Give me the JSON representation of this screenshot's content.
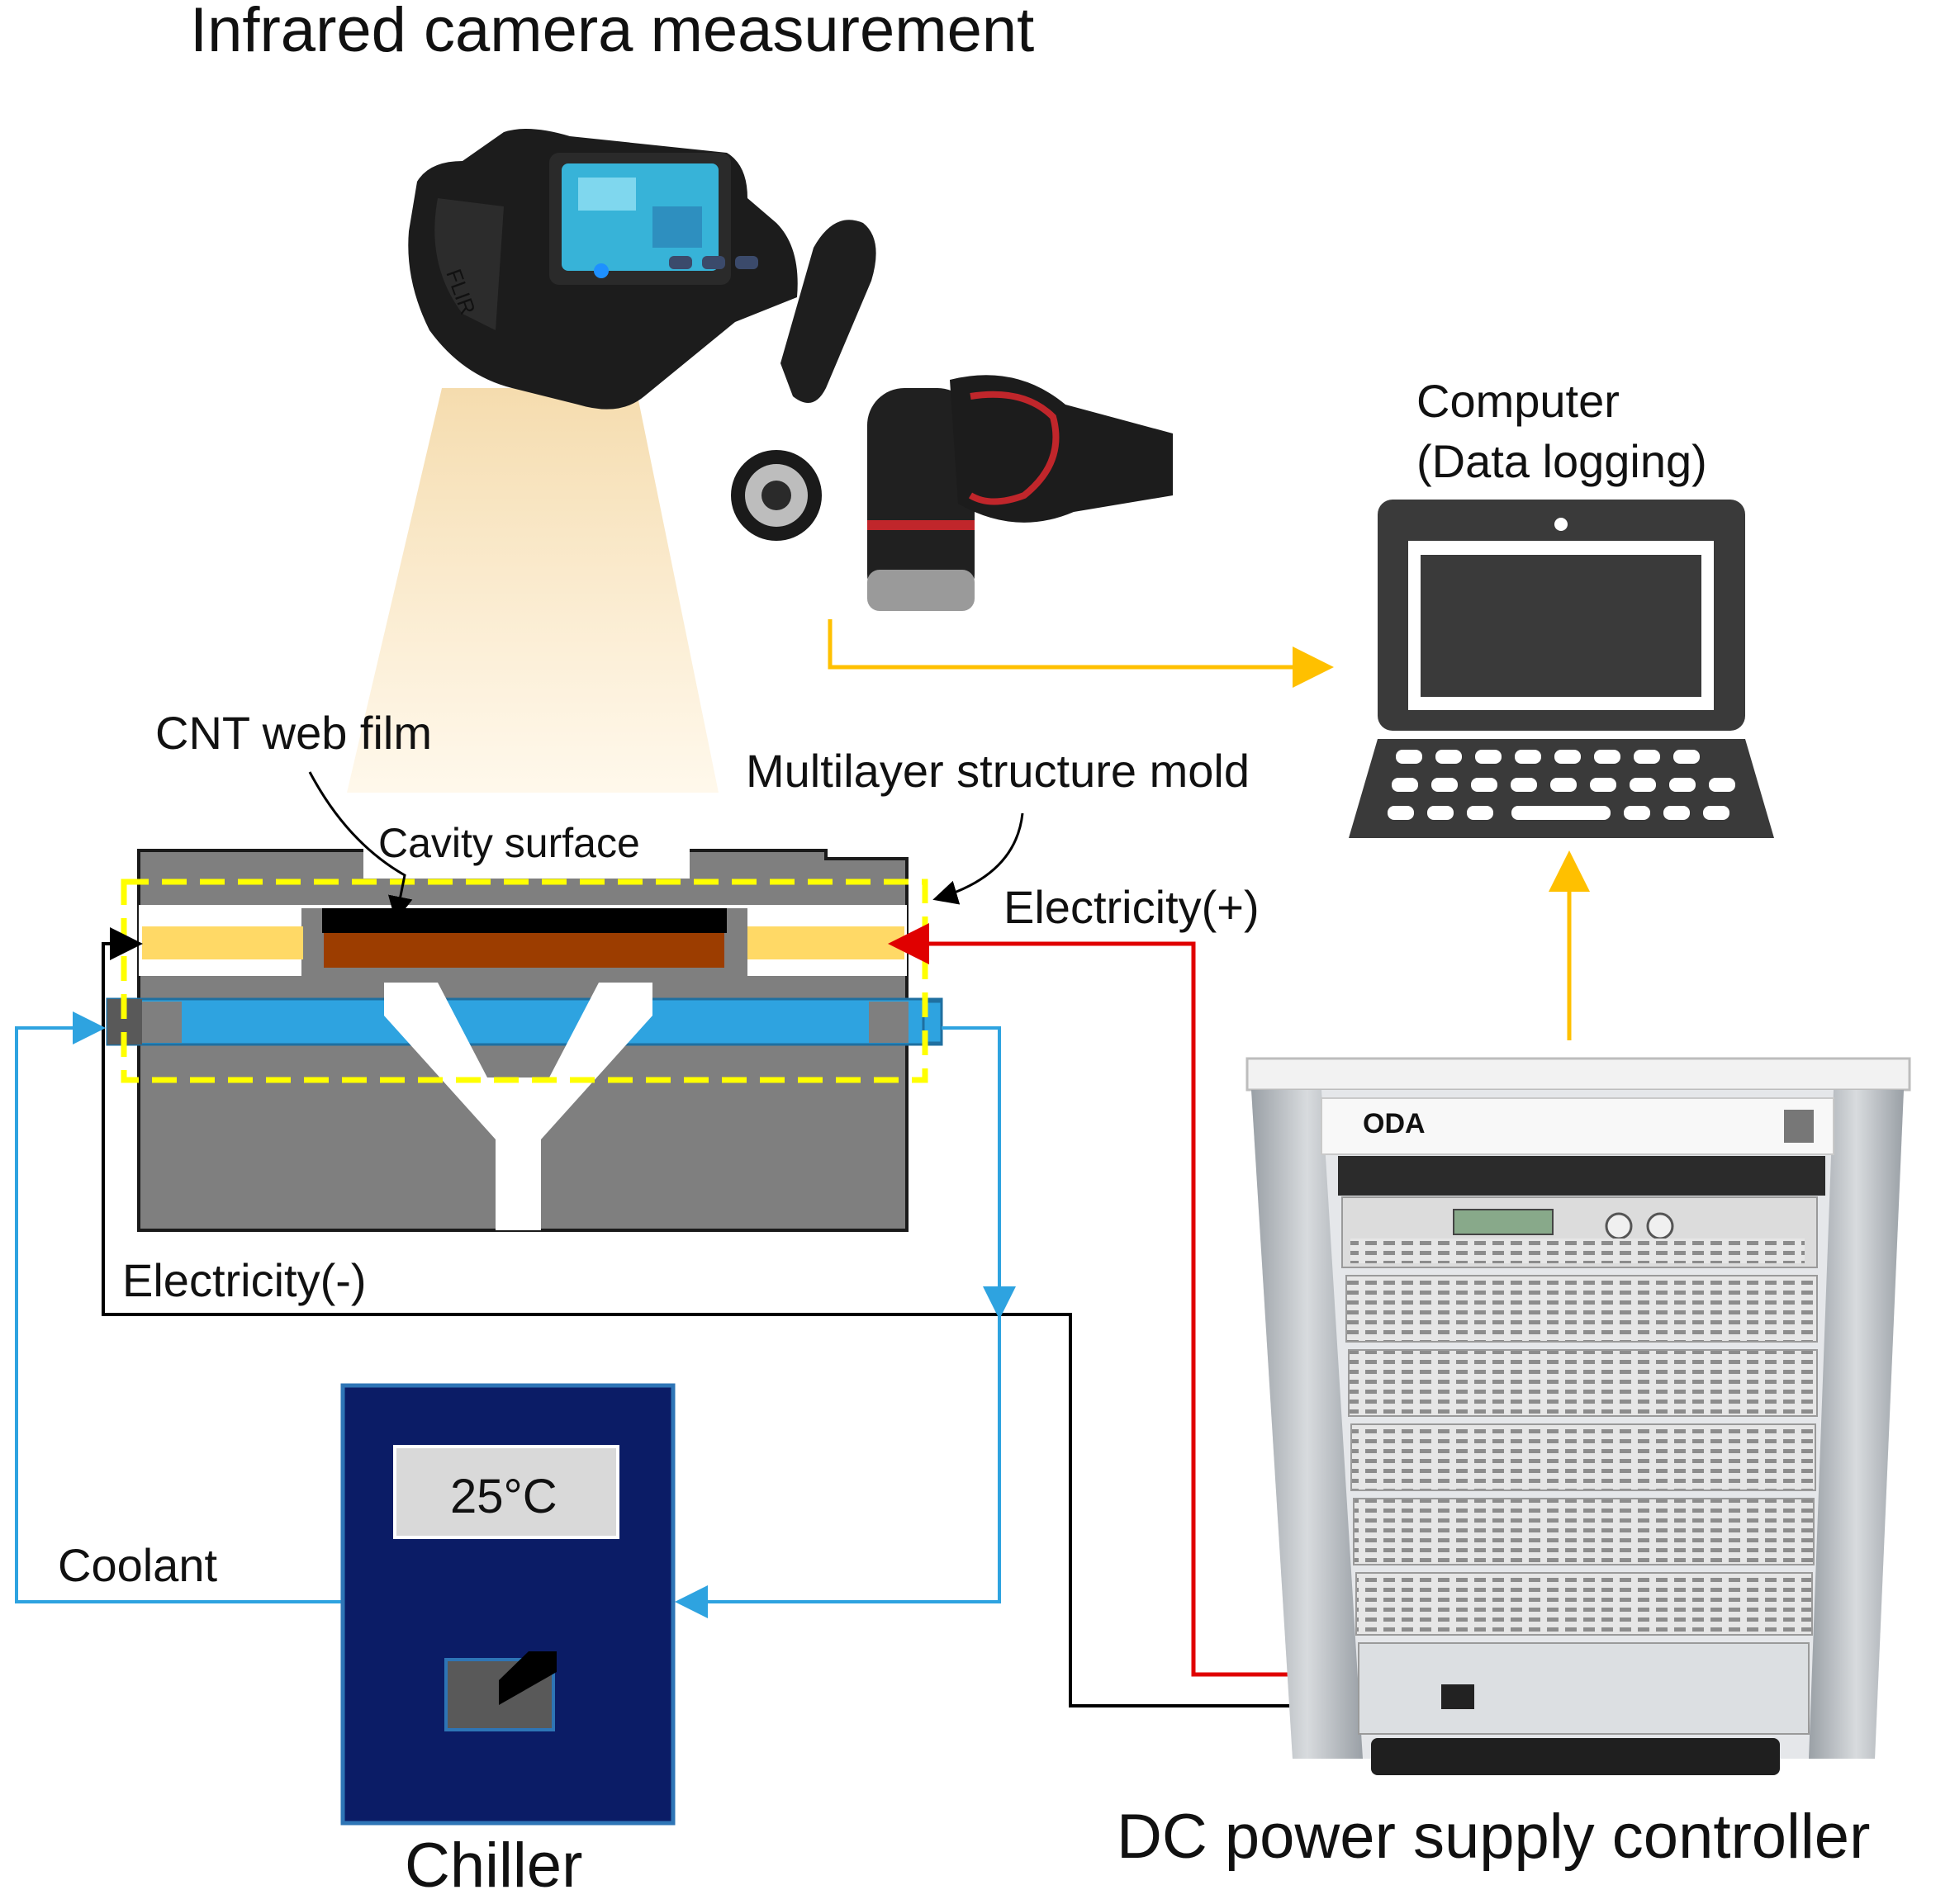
{
  "labels": {
    "camera": "Infrared camera measurement",
    "computer_line1": "Computer",
    "computer_line2": "(Data logging)",
    "cnt_film": "CNT web film",
    "mold": "Multilayer structure mold",
    "cavity": "Cavity surface",
    "elec_pos": "Electricity(+)",
    "elec_neg": "Electricity(-)",
    "coolant": "Coolant",
    "chiller_temp": "25°C",
    "chiller": "Chiller",
    "psu": "DC power supply controller",
    "psu_brand": "ODA"
  },
  "colors": {
    "mold_gray": "#7f7f7f",
    "heater_yellow": "#ffd966",
    "heater_brown": "#9c3d00",
    "coolant_blue": "#2ea3e0",
    "dashed_outline": "#ffff00",
    "signal_arrow": "#ffc000",
    "positive_wire": "#e00000",
    "negative_wire": "#000000",
    "chiller_navy": "#0b1c66",
    "laptop_gray": "#3a3a3a"
  },
  "icons": {
    "camera": "infrared-camera-photo",
    "computer": "laptop-icon",
    "psu": "power-supply-rack-photo",
    "chiller": "chiller-unit"
  }
}
